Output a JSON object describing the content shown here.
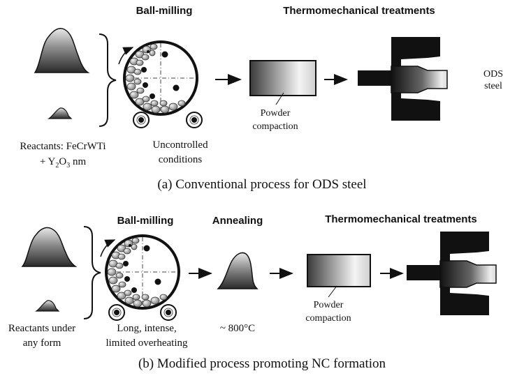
{
  "panel_a": {
    "step_ball_milling": "Ball-milling",
    "step_thermo": "Thermomechanical  treatments",
    "reactants_line1": "Reactants: FeCrWTi",
    "reactants_line2_prefix": "+ Y",
    "reactants_line2_sub1": "2",
    "reactants_line2_mid": "O",
    "reactants_line2_sub2": "3",
    "reactants_line2_suffix": " nm",
    "milling_line1": "Uncontrolled",
    "milling_line2": "conditions",
    "powder_line1": "Powder",
    "powder_line2": "compaction",
    "product_line1": "ODS",
    "product_line2": "steel",
    "caption": "(a) Conventional process for ODS steel"
  },
  "panel_b": {
    "step_ball_milling": "Ball-milling",
    "step_annealing": "Annealing",
    "step_thermo": "Thermomechanical  treatments",
    "reactants_line1": "Reactants under",
    "reactants_line2": "any form",
    "milling_line1": "Long, intense,",
    "milling_line2": "limited overheating",
    "annealing_temp": "~ 800°C",
    "powder_line1": "Powder",
    "powder_line2": "compaction",
    "caption": "(b) Modified process promoting NC formation"
  },
  "colors": {
    "ink": "#111111",
    "metal_dark": "#3a3a3a",
    "metal_light": "#f4f4f4"
  }
}
